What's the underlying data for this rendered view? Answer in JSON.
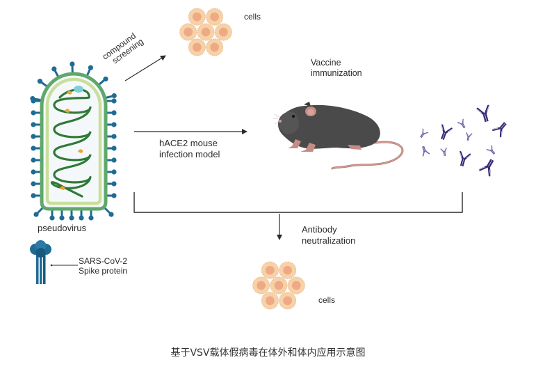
{
  "figure": {
    "caption": "基于VSV载体假病毒在体外和体内应用示意图",
    "colors": {
      "background": "#ffffff",
      "arrow": "#2b2b2b",
      "spike_blue": "#1f6b94",
      "envelope_green": "#5fa86a",
      "inner_lightgreen": "#c8df9a",
      "rna_darkgreen": "#2f7a36",
      "cell_outer": "#f7d1a8",
      "cell_nucleus": "#eea985",
      "mouse_body": "#4a4a4a",
      "mouse_pink": "#c48c85",
      "antibody_purple": "#3a2a7a",
      "capsid_cyan": "#7fd0d6",
      "protein_orange": "#f0a22e"
    }
  },
  "labels": {
    "compound_screening_line1": "compound",
    "compound_screening_line2": "screening",
    "cells_top": "cells",
    "vaccine_line1": "Vaccine",
    "vaccine_line2": "immunization",
    "hace2_line1": "hACE2 mouse",
    "hace2_line2": "infection model",
    "pseudovirus": "pseudovirus",
    "spike_line1": "SARS-CoV-2",
    "spike_line2": "Spike protein",
    "antibody_line1": "Antibody",
    "antibody_line2": "neutralization",
    "cells_bottom": "cells"
  },
  "icons": {
    "pseudovirus": "pseudovirus-particle-icon",
    "cells_top": "cell-cluster-icon",
    "cells_bottom": "cell-cluster-icon",
    "mouse": "mouse-icon",
    "antibodies": "antibody-icon",
    "spike": "spike-protein-icon"
  }
}
